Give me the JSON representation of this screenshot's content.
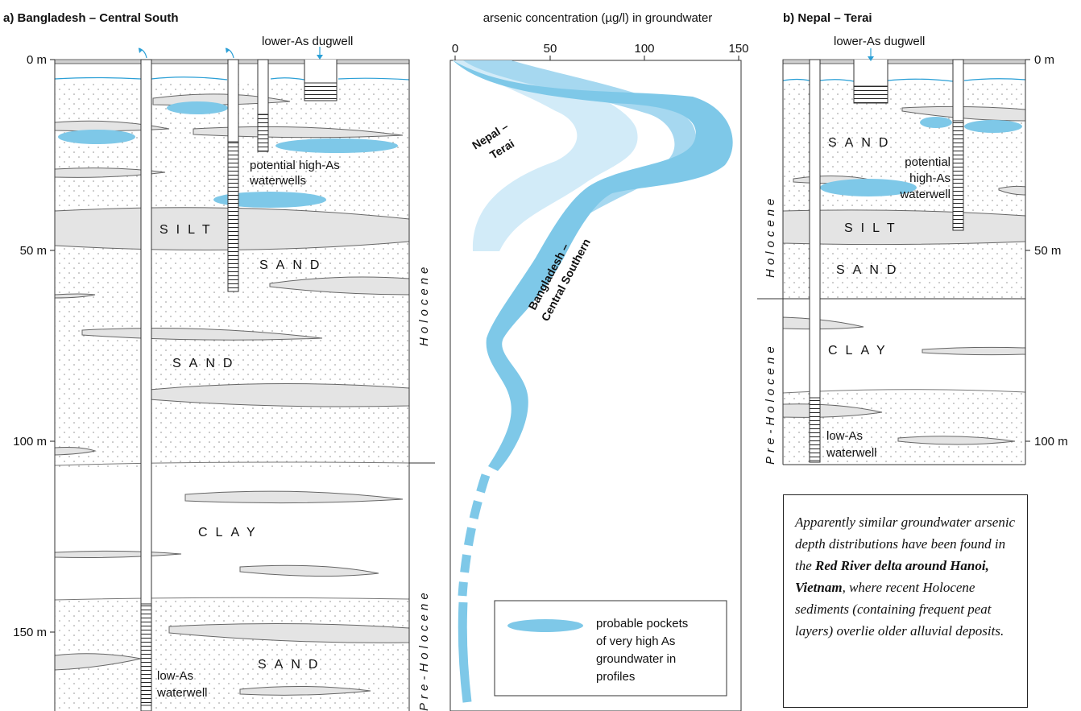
{
  "panel_a": {
    "title": "a) Bangladesh – Central South",
    "depth_ticks": [
      "0 m",
      "50 m",
      "100 m",
      "150 m"
    ],
    "labels": {
      "dugwell": "lower-As dugwell",
      "high_as_line1": "potential high-As",
      "high_as_line2": "waterwells",
      "low_as_line1": "low-As",
      "low_as_line2": "waterwell"
    },
    "strata": {
      "silt": "SILT",
      "sand_upper": "SAND",
      "sand_middle": "SAND",
      "clay": "CLAY",
      "sand_lower": "SAND"
    },
    "epochs": {
      "holocene": "Holocene",
      "pre_holocene": "Pre-Holocene"
    }
  },
  "center": {
    "axis_title": "arsenic concentration (µg/l) in groundwater",
    "x_ticks": [
      "0",
      "50",
      "100",
      "150"
    ],
    "label_nepal_1": "Nepal –",
    "label_nepal_2": "Terai",
    "label_bangla_1": "Bangladesh –",
    "label_bangla_2": "Central Southern",
    "legend_lines": [
      "probable pockets",
      "of very high As",
      "groundwater in",
      "profiles"
    ]
  },
  "panel_b": {
    "title": "b) Nepal – Terai",
    "depth_ticks": [
      "0 m",
      "50 m",
      "100 m"
    ],
    "labels": {
      "dugwell": "lower-As dugwell",
      "high_as_line1": "potential",
      "high_as_line2": "high-As",
      "high_as_line3": "waterwell",
      "low_as_line1": "low-As",
      "low_as_line2": "waterwell"
    },
    "strata": {
      "sand_upper": "SAND",
      "silt": "SILT",
      "sand_lower": "SAND",
      "clay": "CLAY"
    },
    "epochs": {
      "holocene": "Holocene",
      "pre_holocene": "Pre-Holocene"
    }
  },
  "note": {
    "part1": "Apparently similar groundwater arsenic depth distributions have been found in the ",
    "bold": "Red River delta around Hanoi, Vietnam",
    "part2": ", where recent Holocene sediments (containing frequent peat layers) overlie older alluvial deposits."
  },
  "colors": {
    "water_blue": "#7ec8e8",
    "mid_blue": "#a6d8f0",
    "light_blue": "#d2ebf8",
    "line_blue": "#2a9fd6",
    "lens_grey": "#e4e4e4",
    "outline": "#555555"
  }
}
